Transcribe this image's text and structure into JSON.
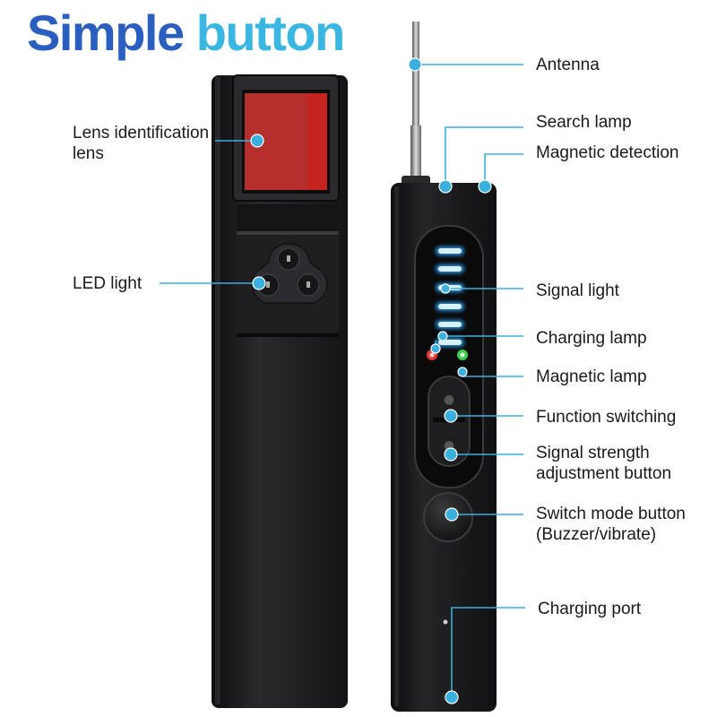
{
  "title": {
    "word1": "Simple",
    "word2": "button"
  },
  "labels": {
    "lens_line1": "Lens identification",
    "lens_line2": "lens",
    "led_light": "LED light",
    "antenna": "Antenna",
    "search_lamp": "Search lamp",
    "magnetic_detection": "Magnetic detection",
    "signal_light": "Signal light",
    "charging_lamp": "Charging lamp",
    "magnetic_lamp": "Magnetic lamp",
    "function_switching": "Function switching",
    "signal_strength_line1": "Signal strength",
    "signal_strength_line2": "adjustment button",
    "switch_mode_line1": "Switch mode button",
    "switch_mode_line2": "(Buzzer/vibrate)",
    "charging_port": "Charging port"
  },
  "colors": {
    "title_word1": "#2a5fbf",
    "title_word2": "#3ab6e2",
    "callout": "#3ab0df",
    "device_body": "#1b1b1d",
    "lens_red": "#b5302c",
    "signal_led": "#2fa8ff",
    "charging_dot": "#e23b3b",
    "magnetic_dot": "#3ccf4e"
  }
}
